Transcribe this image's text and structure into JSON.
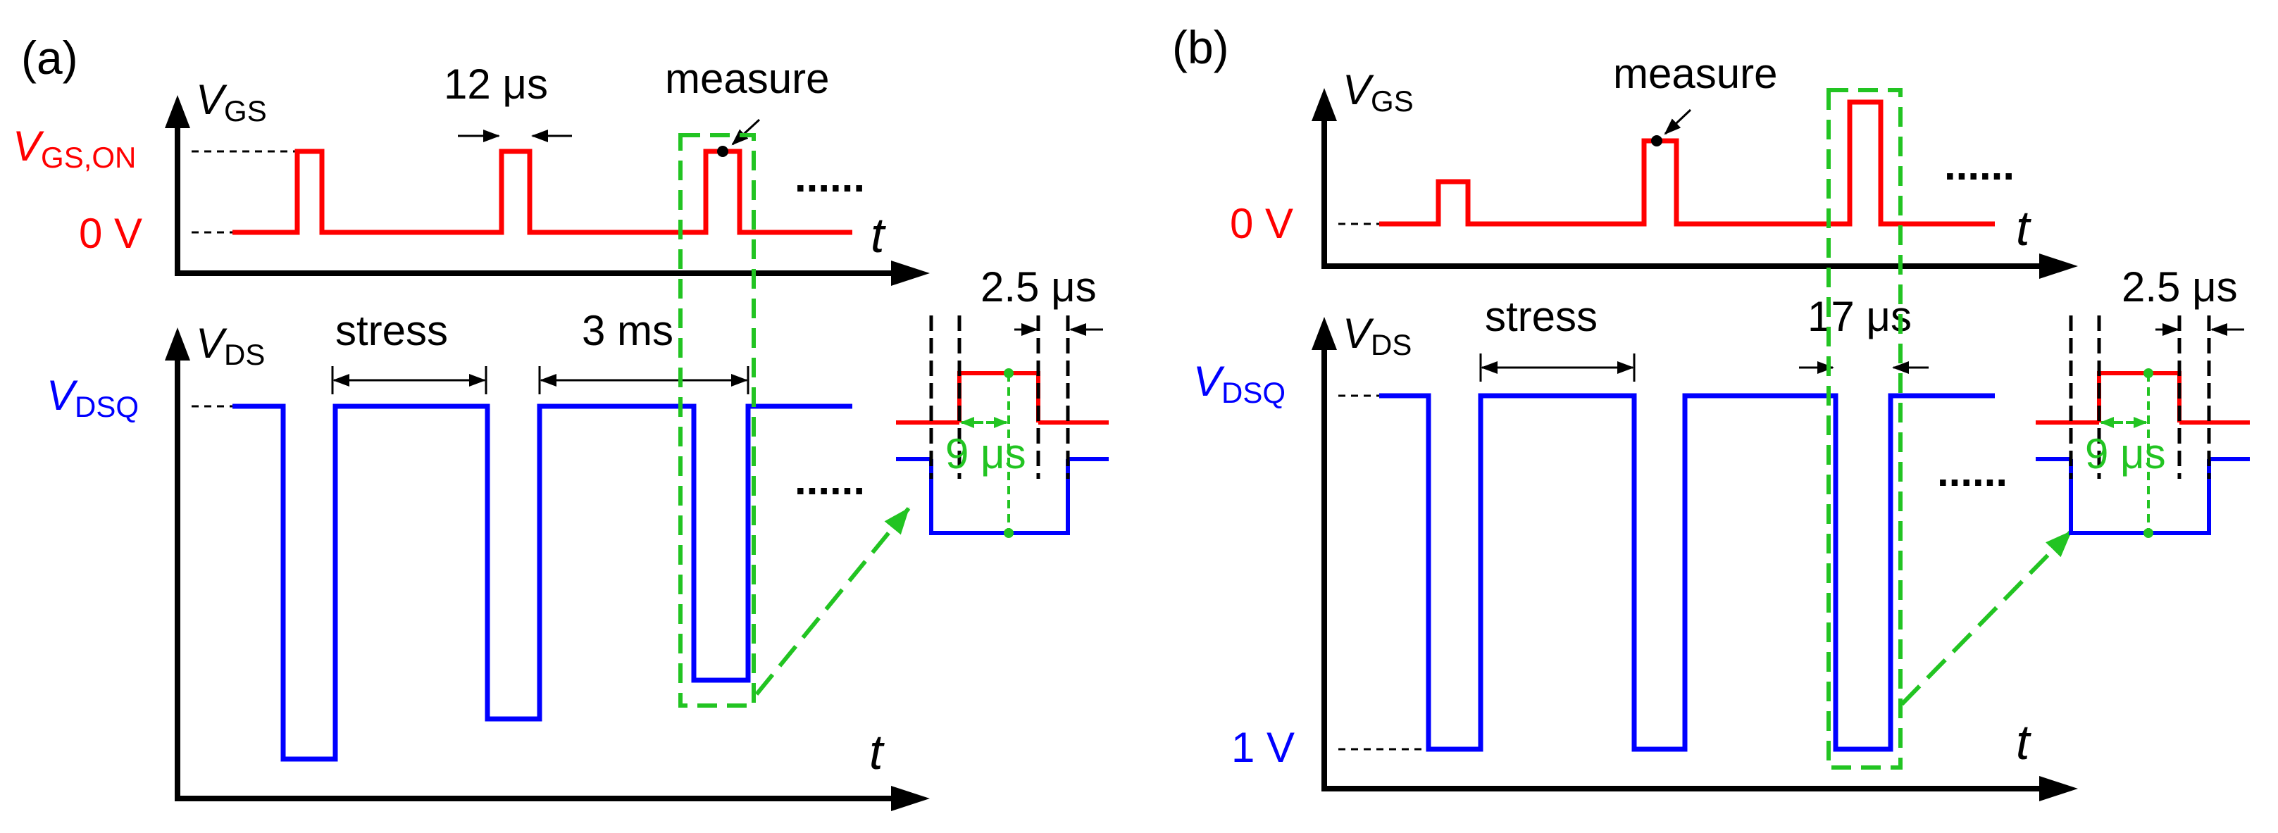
{
  "colors": {
    "gate": "#ff0000",
    "drain": "#0000ff",
    "highlight": "#22c422",
    "axis": "#000000"
  },
  "panel_a": {
    "tag": "(a)",
    "vgs_axis": {
      "sym": "V",
      "sub": "GS"
    },
    "vds_axis": {
      "sym": "V",
      "sub": "DS"
    },
    "t_label": "t",
    "vgs_on": {
      "sym": "V",
      "sub": "GS,ON"
    },
    "vgs_zero": "0 V",
    "vdsq": {
      "sym": "V",
      "sub": "DSQ"
    },
    "pulse_width": "12 μs",
    "measure": "measure",
    "stress": "stress",
    "period": "3 ms",
    "ellipsis": "......",
    "inset_delay": "2.5 μs",
    "inset_window": "9 μs"
  },
  "panel_b": {
    "tag": "(b)",
    "vgs_axis": {
      "sym": "V",
      "sub": "GS"
    },
    "vds_axis": {
      "sym": "V",
      "sub": "DS"
    },
    "t_label": "t",
    "vgs_zero": "0 V",
    "vdsq": {
      "sym": "V",
      "sub": "DSQ"
    },
    "vds_low": "1 V",
    "measure": "measure",
    "stress": "stress",
    "window": "17 μs",
    "ellipsis": "......",
    "inset_delay": "2.5 μs",
    "inset_window": "9 μs"
  }
}
